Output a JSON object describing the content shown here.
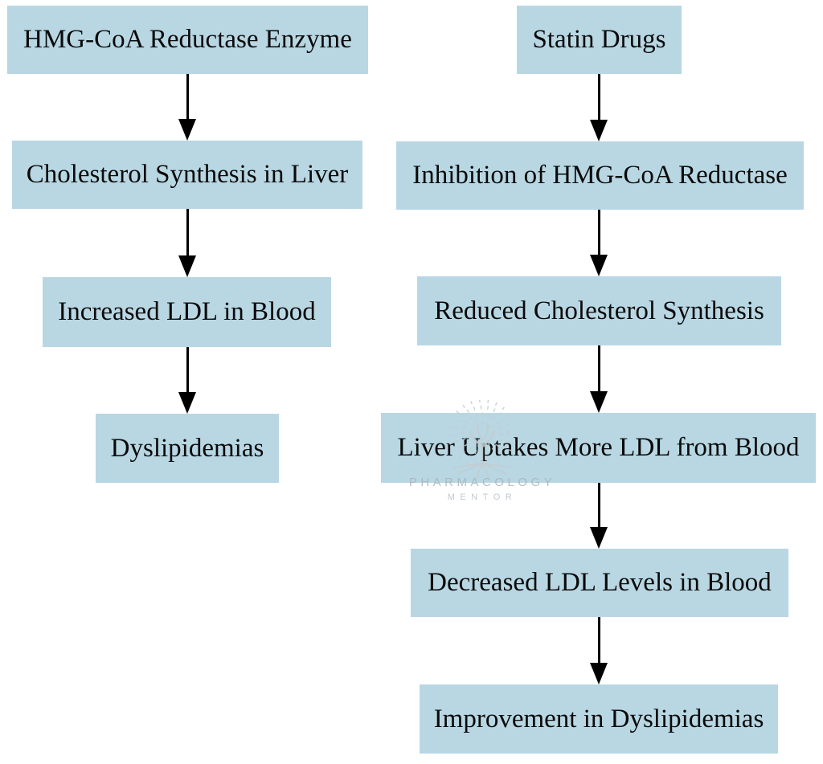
{
  "diagram": {
    "left_column": {
      "nodes": [
        {
          "id": "hmg-coa-reductase-enzyme",
          "label": "HMG-CoA Reductase Enzyme"
        },
        {
          "id": "cholesterol-synthesis-in-liver",
          "label": "Cholesterol Synthesis in Liver"
        },
        {
          "id": "increased-ldl-in-blood",
          "label": "Increased LDL in Blood"
        },
        {
          "id": "dyslipidemias",
          "label": "Dyslipidemias"
        }
      ],
      "edges": [
        [
          0,
          1
        ],
        [
          1,
          2
        ],
        [
          2,
          3
        ]
      ]
    },
    "right_column": {
      "nodes": [
        {
          "id": "statin-drugs",
          "label": "Statin Drugs"
        },
        {
          "id": "inhibition-of-hmg-coa-reductase",
          "label": "Inhibition of HMG-CoA Reductase"
        },
        {
          "id": "reduced-cholesterol-synthesis",
          "label": "Reduced Cholesterol Synthesis"
        },
        {
          "id": "liver-uptakes-more-ldl-from-blood",
          "label": "Liver Uptakes More LDL from Blood"
        },
        {
          "id": "decreased-ldl-levels-in-blood",
          "label": "Decreased LDL Levels in Blood"
        },
        {
          "id": "improvement-in-dyslipidemias",
          "label": "Improvement in Dyslipidemias"
        }
      ],
      "edges": [
        [
          0,
          1
        ],
        [
          1,
          2
        ],
        [
          2,
          3
        ],
        [
          3,
          4
        ],
        [
          4,
          5
        ]
      ]
    },
    "style": {
      "box_fill": "#b8d7e3",
      "text_color": "#0a0a0a",
      "arrow_color": "#000000",
      "background": "#ffffff"
    }
  },
  "watermark": {
    "icon": "tree-logo",
    "line1": "PHARMACOLOGY",
    "line2": "MENTOR",
    "icon_color": "#c3cdd2",
    "text_color": "#a9b4ba"
  }
}
